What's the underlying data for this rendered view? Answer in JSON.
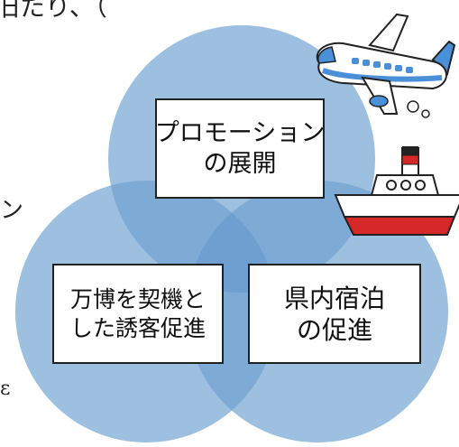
{
  "fragments": {
    "top_left": "旧たり、（",
    "mid_left": "ン",
    "bottom_left": "ε"
  },
  "colors": {
    "circle_fill": "#9dbfe0",
    "overlap_fill": "#6f9fd0",
    "box_border": "#222222",
    "plane_body": "#ffffff",
    "plane_accent": "#4a90d9",
    "ship_hull": "#d62828",
    "ship_funnel": "#d62828"
  },
  "diagram": {
    "boxes": {
      "top": {
        "lines": [
          "プロモーション",
          "の展開"
        ]
      },
      "left": {
        "lines": [
          "万博を契機と",
          "した誘客促進"
        ]
      },
      "right": {
        "lines": [
          "県内宿泊",
          "の促進"
        ]
      }
    },
    "icons": {
      "plane": "airplane-icon",
      "ship": "ship-icon"
    }
  }
}
